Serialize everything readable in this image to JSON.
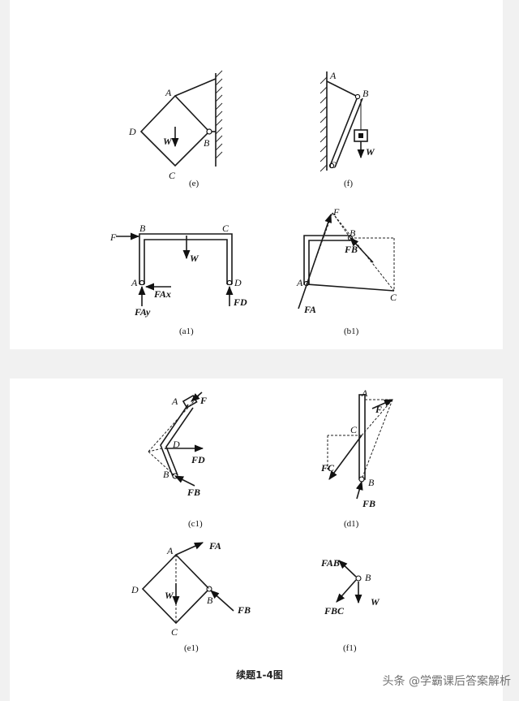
{
  "labels": {
    "A": "A",
    "B": "B",
    "C": "C",
    "D": "D",
    "W": "W",
    "F": "F",
    "FAx": "FAx",
    "FAy": "FAy",
    "FD": "FD",
    "FA": "FA",
    "FB": "FB",
    "FC": "FC",
    "FAB": "FAB",
    "FBC": "FBC"
  },
  "captions": {
    "e": "(e)",
    "f": "(f)",
    "a1": "(a1)",
    "b1": "(b1)",
    "c1": "(c1)",
    "d1": "(d1)",
    "e1": "(e1)",
    "f1": "(f1)"
  },
  "figure_title": "续题1-4图",
  "watermark": "头条 @学霸课后答案解析"
}
